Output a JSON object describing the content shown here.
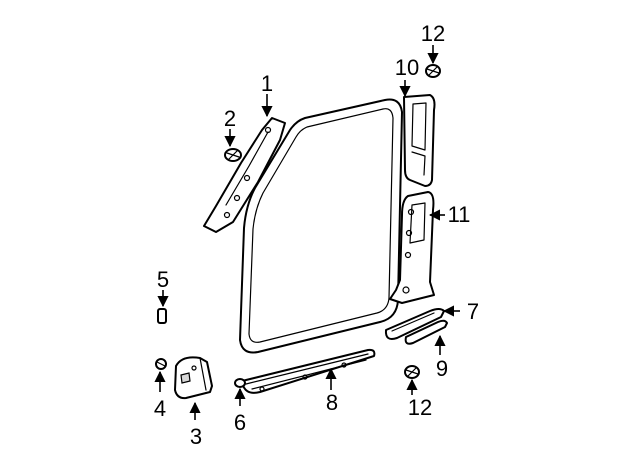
{
  "callouts": [
    {
      "id": "c1",
      "number": "1"
    },
    {
      "id": "c2",
      "number": "2"
    },
    {
      "id": "c3",
      "number": "3"
    },
    {
      "id": "c4",
      "number": "4"
    },
    {
      "id": "c5",
      "number": "5"
    },
    {
      "id": "c6",
      "number": "6"
    },
    {
      "id": "c7",
      "number": "7"
    },
    {
      "id": "c8",
      "number": "8"
    },
    {
      "id": "c9",
      "number": "9"
    },
    {
      "id": "c10",
      "number": "10"
    },
    {
      "id": "c11",
      "number": "11"
    },
    {
      "id": "c12a",
      "number": "12"
    },
    {
      "id": "c12b",
      "number": "12"
    }
  ],
  "colors": {
    "line": "#000000",
    "background": "#ffffff",
    "shade": "#d6d6d6"
  }
}
